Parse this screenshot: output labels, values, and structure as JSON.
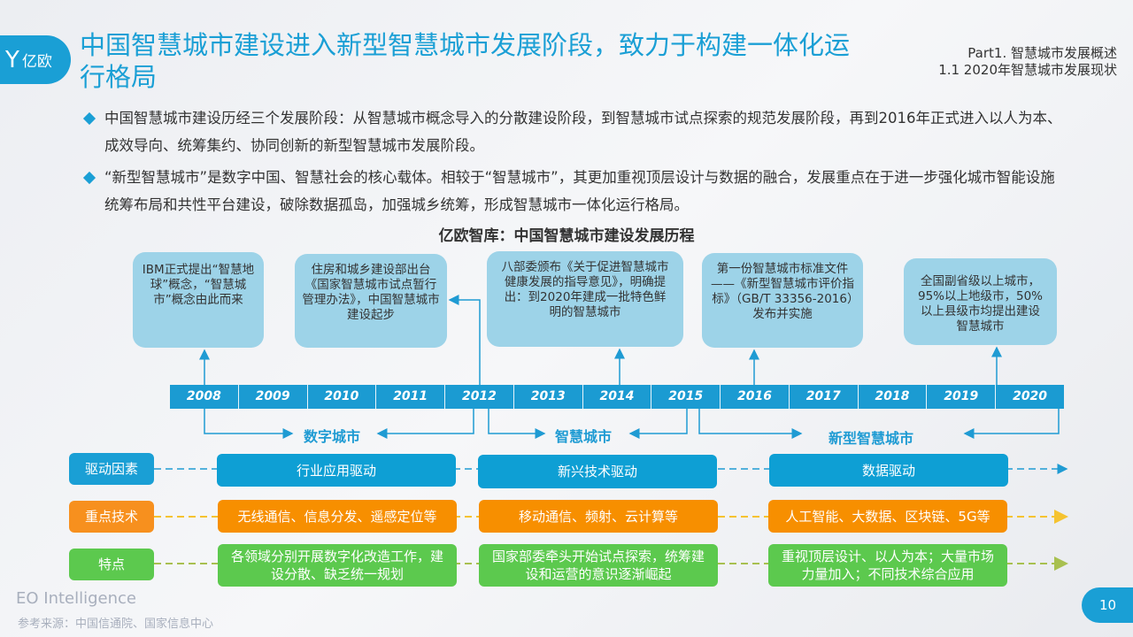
{
  "logo": {
    "text": "亿欧"
  },
  "header": {
    "title": "中国智慧城市建设进入新型智慧城市发展阶段，致力于构建一体化运行格局",
    "part": "Part1. 智慧城市发展概述",
    "section": "1.1 2020年智慧城市发展现状"
  },
  "bullets": [
    "中国智慧城市建设历经三个发展阶段：从智慧城市概念导入的分散建设阶段，到智慧城市试点探索的规范发展阶段，再到2016年正式进入以人为本、成效导向、统筹集约、协同创新的新型智慧城市发展阶段。",
    "“新型智慧城市”是数字中国、智慧社会的核心载体。相较于“智慧城市”，其更加重视顶层设计与数据的融合，发展重点在于进一步强化城市智能设施统筹布局和共性平台建设，破除数据孤岛，加强城乡统筹，形成智慧城市一体化运行格局。"
  ],
  "chart": {
    "title": "亿欧智库：中国智慧城市建设发展历程",
    "milestones": [
      "IBM正式提出“智慧地球”概念，“智慧城市”概念由此而来",
      "住房和城乡建设部出台《国家智慧城市试点暂行管理办法》，中国智慧城市建设起步",
      "八部委颁布《关于促进智慧城市健康发展的指导意见》，明确提出：到2020年建成一批特色鲜明的智慧城市",
      "第一份智慧城市标准文件——《新型智慧城市评价指标》（GB/T 33356-2016）发布并实施",
      "全国副省级以上城市，95%以上地级市，50%以上县级市均提出建设智慧城市"
    ],
    "years": [
      "2008",
      "2009",
      "2010",
      "2011",
      "2012",
      "2013",
      "2014",
      "2015",
      "2016",
      "2017",
      "2018",
      "2019",
      "2020"
    ],
    "phases": [
      "数字城市",
      "智慧城市",
      "新型智慧城市"
    ],
    "rows": [
      {
        "label": "驱动因素",
        "color": "#1a9fd5",
        "items": [
          "行业应用驱动",
          "新兴技术驱动",
          "数据驱动"
        ]
      },
      {
        "label": "重点技术",
        "color": "#f7901e",
        "items": [
          "无线通信、信息分发、遥感定位等",
          "移动通信、频射、云计算等",
          "人工智能、大数据、区块链、5G等"
        ]
      },
      {
        "label": "特点",
        "color": "#5cc94e",
        "items": [
          "各领域分别开展数字化改造工作，建设分散、缺乏统一规划",
          "国家部委牵头开始试点探索，统筹建设和运营的意识逐渐崛起",
          "重视顶层设计、以人为本；大量市场力量加入；不同技术综合应用"
        ]
      }
    ]
  },
  "footer": {
    "brand": "EO Intelligence",
    "source": "参考来源：中国信通院、国家信息中心",
    "page": "10"
  }
}
